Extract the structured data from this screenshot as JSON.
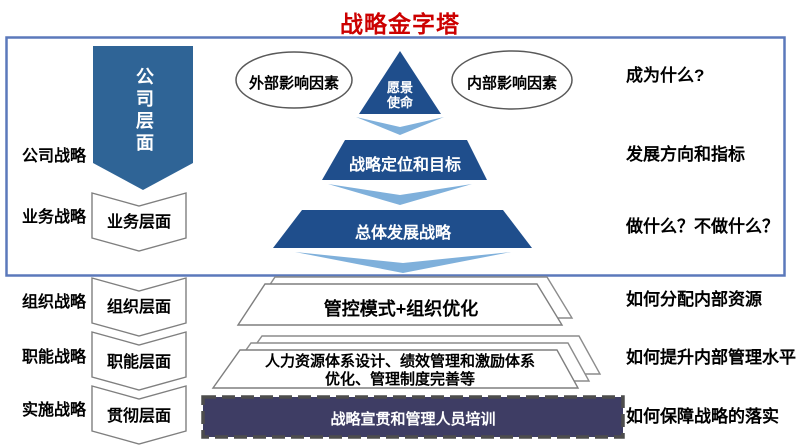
{
  "title": "战略金字塔",
  "left_strategy_labels": [
    "公司战略",
    "业务战略",
    "组织战略",
    "职能战略",
    "实施战略"
  ],
  "level_banner": {
    "company_level": "公司层面"
  },
  "level_chevrons": [
    "业务层面",
    "组织层面",
    "职能层面",
    "贯彻层面"
  ],
  "influence_ellipses": {
    "external": "外部影响因素",
    "internal": "内部影响因素"
  },
  "pyramid": {
    "top_line1": "愿景",
    "top_line2": "使命",
    "middle": "战略定位和目标",
    "bottom": "总体发展战略"
  },
  "layer_cards": {
    "organization": "管控模式+组织优化",
    "function_line1": "人力资源体系设计、绩效管理和激励体系",
    "function_line2": "优化、管理制度完善等",
    "implementation": "战略宣贯和管理人员培训"
  },
  "right_annotations": [
    "成为什么?",
    "发展方向和指标",
    "做什么？不做什么？",
    "如何分配内部资源",
    "如何提升内部管理水平",
    "如何保障战略的落实"
  ],
  "colors": {
    "title_red": "#CC0000",
    "frame_border_blue": "#5B79BB",
    "banner_steel_blue": "#2F6496",
    "pyramid_dark_blue": "#1F4E8C",
    "arrow_light_blue": "#7FB0DB",
    "card_outline_gray": "#7F7F7F",
    "implementation_navy": "#3E3D64"
  }
}
